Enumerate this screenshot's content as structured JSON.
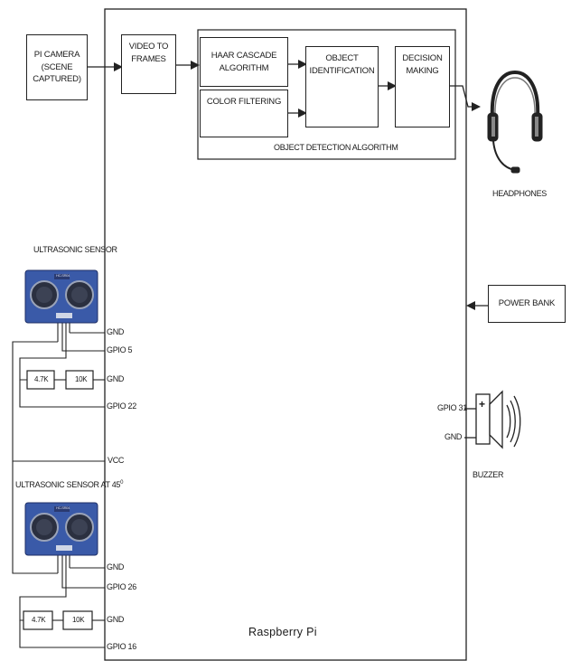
{
  "blocks": {
    "pi_camera": "PI CAMERA\n(SCENE\nCAPTURED)",
    "video_to_frames": "VIDEO TO\nFRAMES",
    "haar_cascade": "HAAR CASCADE\nALGORITHM",
    "color_filtering": "COLOR FILTERING",
    "object_identification": "OBJECT\nIDENTIFICATION",
    "decision_making": "DECISION\nMAKING",
    "object_detection_label": "OBJECT DETECTION ALGORITHM",
    "power_bank": "POWER BANK"
  },
  "labels": {
    "headphones": "HEADPHONES",
    "buzzer": "BUZZER",
    "raspberry_pi": "Raspberry Pi",
    "ultrasonic_sensor": "ULTRASONIC SENSOR",
    "ultrasonic_sensor_45": "ULTRASONIC SENSOR AT 45",
    "degree": "0",
    "vcc": "VCC"
  },
  "sensor1_pins": {
    "gnd1": "GND",
    "gpio_a": "GPIO 5",
    "gnd2": "GND",
    "gpio_b": "GPIO 22",
    "res1": "4.7K",
    "res2": "10K"
  },
  "sensor2_pins": {
    "gnd1": "GND",
    "gpio_a": "GPIO 26",
    "gnd2": "GND",
    "gpio_b": "GPIO 16",
    "res1": "4.7K",
    "res2": "10K"
  },
  "buzzer_pins": {
    "gpio": "GPIO 31",
    "gnd": "GND",
    "plus": "+"
  },
  "sensor_chip_text": "HC-SR04",
  "colors": {
    "line": "#222222",
    "sensor_board": "#3a5aa8",
    "sensor_eye": "#1f2530",
    "headphone": "#222222"
  }
}
